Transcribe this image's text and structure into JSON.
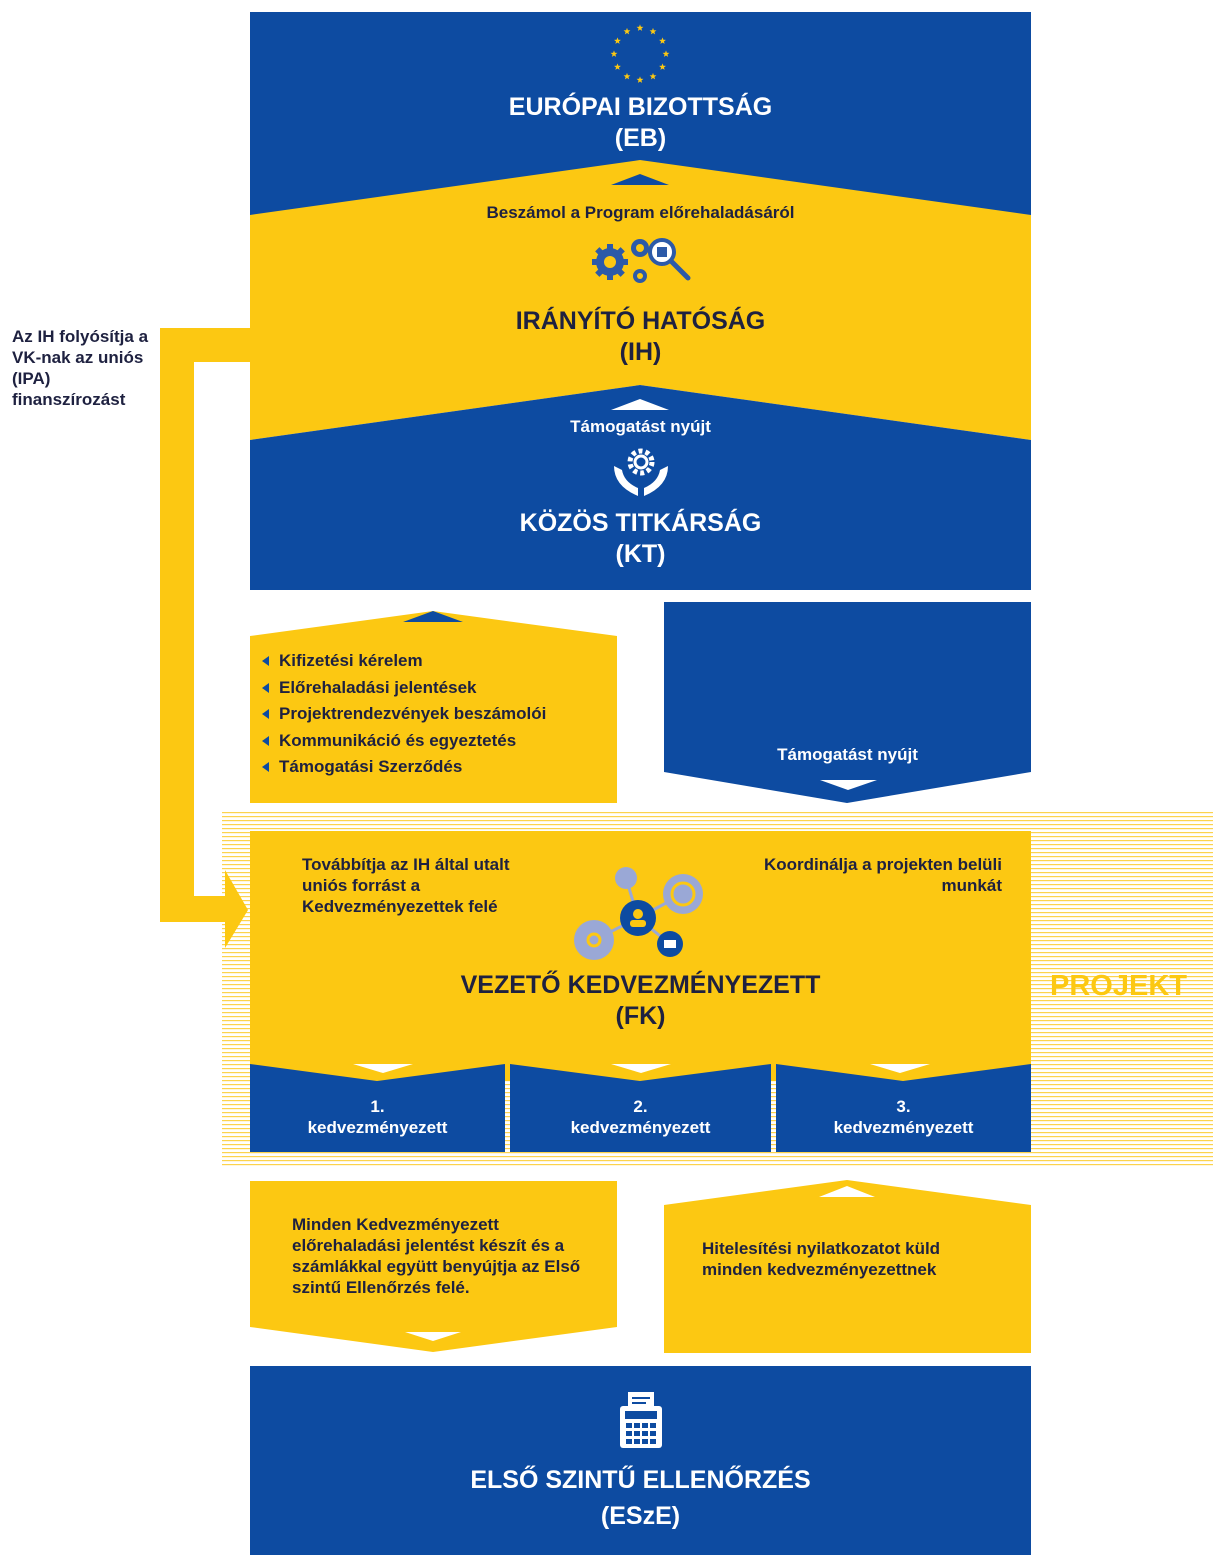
{
  "colors": {
    "blue": "#0d4ba1",
    "yellow": "#fcc812",
    "dark_text": "#1e2140",
    "accent_icon": "#2c5aa8",
    "light_icon": "#9aa8d6"
  },
  "eb": {
    "title": "EURÓPAI BIZOTTSÁG",
    "abbr": "(EB)",
    "icon": "eu-stars-icon"
  },
  "ih": {
    "report_label": "Beszámol a Program előrehaladásáról",
    "title": "IRÁNYÍTÓ HATÓSÁG",
    "abbr": "(IH)",
    "icon": "gears-magnifier-icon"
  },
  "kt": {
    "support_label": "Támogatást nyújt",
    "title": "KÖZÖS TITKÁRSÁG",
    "abbr": "(KT)",
    "icon": "hands-gear-icon"
  },
  "side_note": "Az IH folyósítja a VK-nak az uniós (IPA) finanszírozást",
  "communication_list": [
    "Kifizetési kérelem",
    "Előrehaladási jelentések",
    "Projektrendezvények beszámolói",
    "Kommunikáció és egyeztetés",
    "Támogatási Szerződés"
  ],
  "kt_support_down": "Támogatást nyújt",
  "lead": {
    "left_text": "Továbbítja az IH által utalt uniós forrást a Kedvezményezettek felé",
    "right_text": "Koordinálja a projekten belüli munkát",
    "title": "VEZETŐ KEDVEZMÉNYEZETT",
    "abbr": "(FK)",
    "icon": "network-icon"
  },
  "project_label": "PROJEKT",
  "beneficiaries": [
    {
      "num": "1.",
      "label": "kedvezményezett"
    },
    {
      "num": "2.",
      "label": "kedvezményezett"
    },
    {
      "num": "3.",
      "label": "kedvezményezett"
    }
  ],
  "report_to_control": "Minden Kedvezményezett előrehaladási jelentést készít és a számlákkal együtt benyújtja az Első szintű Ellenőrzés felé.",
  "certification": "Hitelesítési nyilatkozatot küld minden kedvezményezettnek",
  "esze": {
    "title": "ELSŐ SZINTŰ ELLENŐRZÉS",
    "abbr": "(ESzE)",
    "icon": "calculator-icon"
  }
}
